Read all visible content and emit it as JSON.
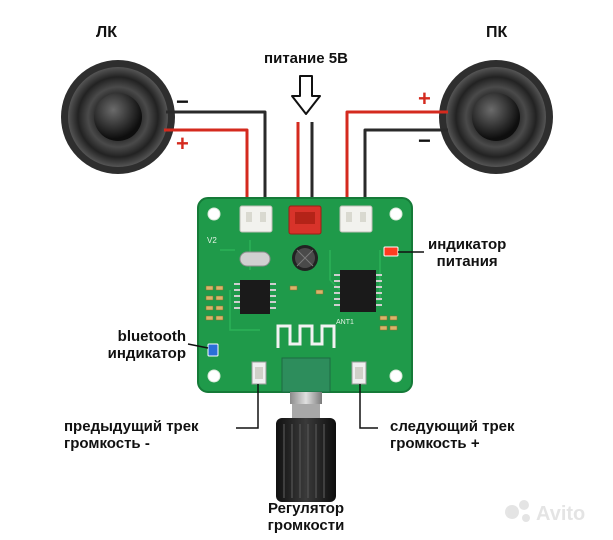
{
  "labels": {
    "left_speaker": "ЛК",
    "right_speaker": "ПК",
    "power": "питание 5В",
    "power_led": [
      "индикатор",
      "питания"
    ],
    "bluetooth_led": [
      "bluetooth",
      "индикатор"
    ],
    "prev_button": [
      "предыдущий трек",
      "громкость -"
    ],
    "next_button": [
      "следующий трек",
      "громкость +"
    ],
    "volume_knob": [
      "Регулятор",
      "громкости"
    ]
  },
  "polarity": {
    "plus": "+",
    "minus": "−"
  },
  "board": {
    "version": "V2",
    "antenna_text": "ANT1"
  },
  "watermark": "Avito",
  "colors": {
    "pcb": "#1f9a4a",
    "wire_red": "#d42a1e",
    "wire_black": "#2a2a2a",
    "power_connector": "#d8332a",
    "led_red": "#ff3b20",
    "led_blue": "#2a6fd8"
  }
}
